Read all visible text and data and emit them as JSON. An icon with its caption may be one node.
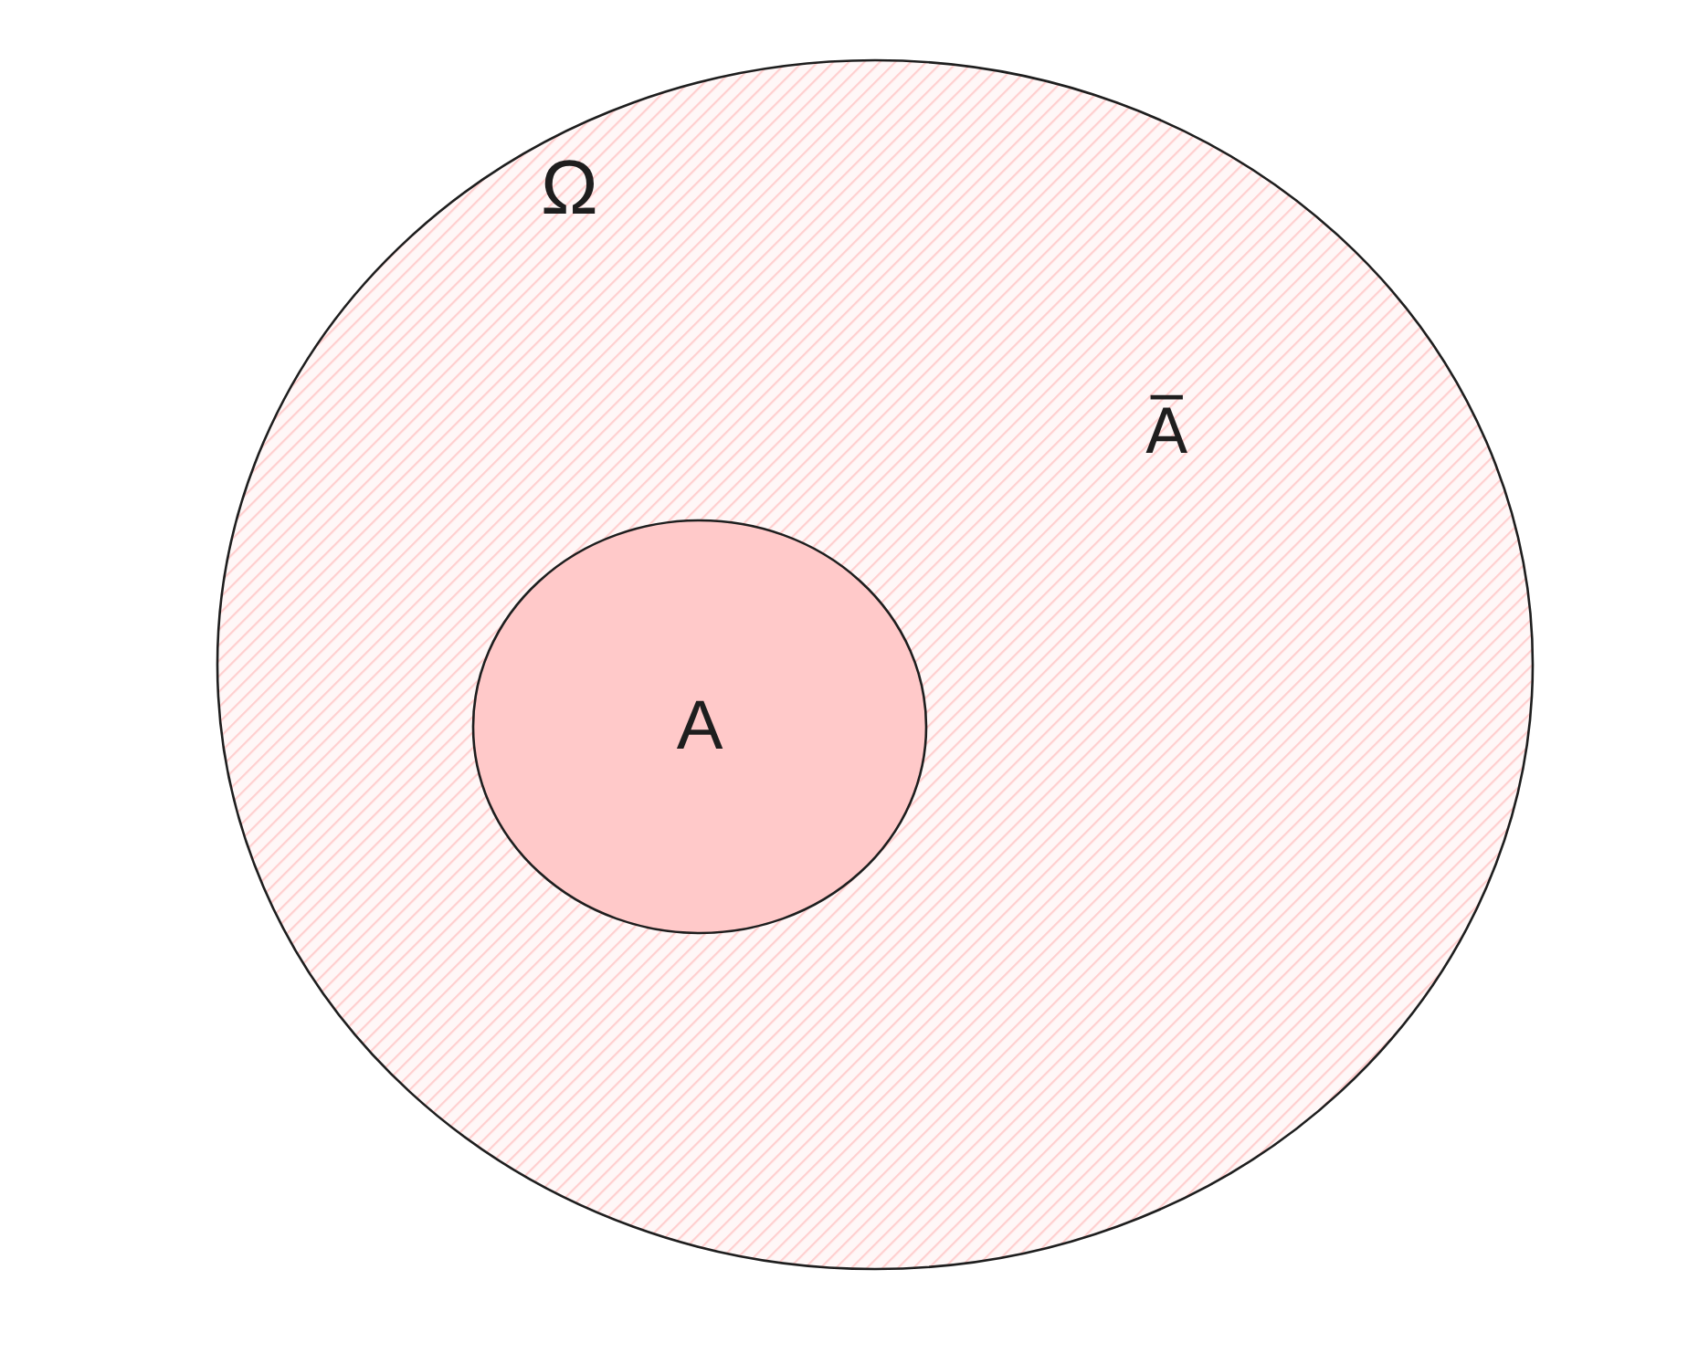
{
  "diagram": {
    "nodes": [
      {
        "text": [
          "Ω",
          "A̅"
        ]
      },
      {
        "text": [
          "A"
        ],
        "in": 0
      }
    ]
  }
}
